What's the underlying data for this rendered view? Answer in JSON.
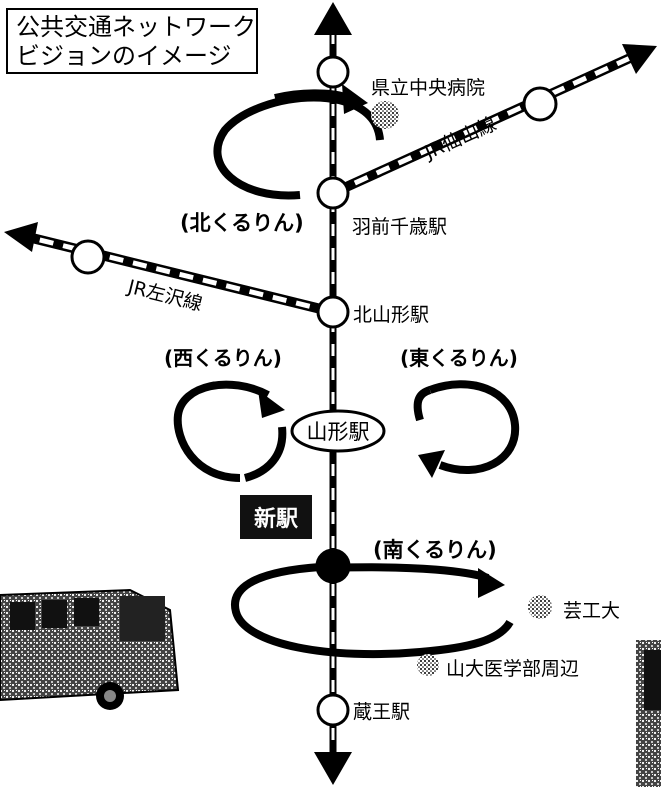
{
  "title": {
    "line1": "公共交通ネットワーク",
    "line2": "ビジョンのイメージ"
  },
  "stations": {
    "hospital": "県立中央病院",
    "hasaki": "羽前千歳駅",
    "kitayamagata": "北山形駅",
    "yamagata": "山形駅",
    "shineki": "新駅",
    "zao": "蔵王駅",
    "geikodai": "芸工大",
    "sandai": "山大医学部周辺"
  },
  "loops": {
    "north": "(北くるりん)",
    "west": "(西くるりん)",
    "east": "(東くるりん)",
    "south": "(南くるりん)"
  },
  "lines": {
    "senzan": "JR仙山線",
    "sazawa": "JR左沢線"
  },
  "colors": {
    "ink": "#000000",
    "background": "#ffffff"
  },
  "icons": {
    "station": "station-circle-icon",
    "destination": "destination-dot-icon",
    "bus": "bus-photo-icon"
  }
}
